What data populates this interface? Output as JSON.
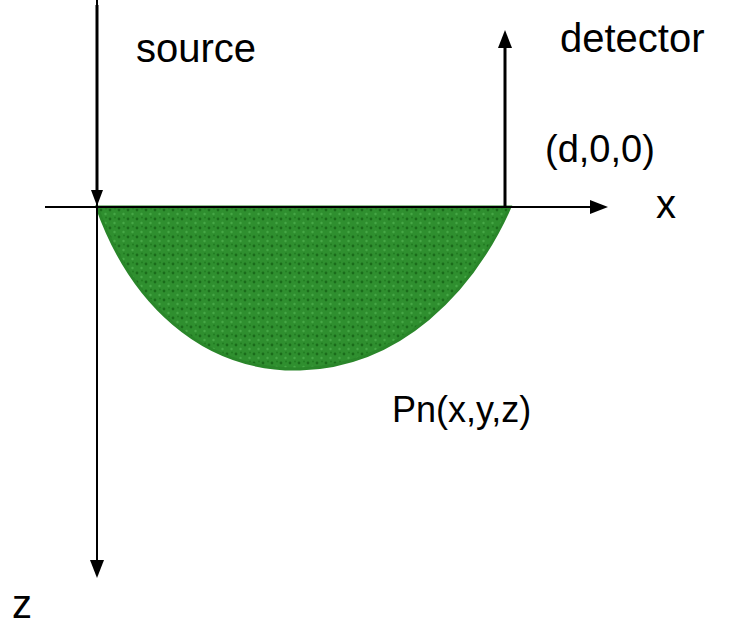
{
  "diagram": {
    "labels": [
      "source",
      "detector",
      "(d,0,0)",
      "x",
      "Pn(x,y,z)",
      "z"
    ]
  }
}
